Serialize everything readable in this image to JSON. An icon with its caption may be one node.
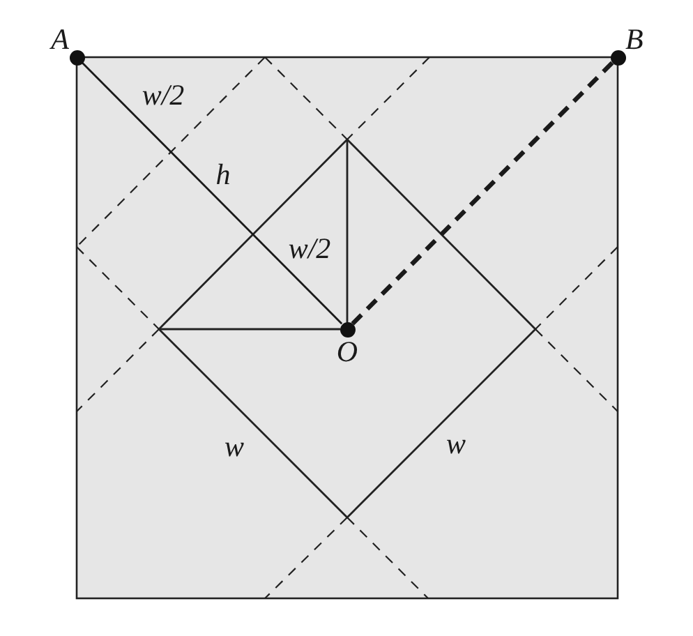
{
  "diagram": {
    "nodes": [
      {
        "text": [
          "A"
        ]
      },
      {
        "text": [
          "B"
        ]
      },
      {
        "text": [
          "O"
        ]
      }
    ],
    "edges": [
      {
        "from": 0,
        "to": 2,
        "arrow": "none"
      },
      {
        "from": 2,
        "to": 1,
        "arrow": "none",
        "style": "dashed"
      }
    ],
    "labels": [
      "w/2",
      "h",
      "w/2",
      "w",
      "w"
    ]
  }
}
